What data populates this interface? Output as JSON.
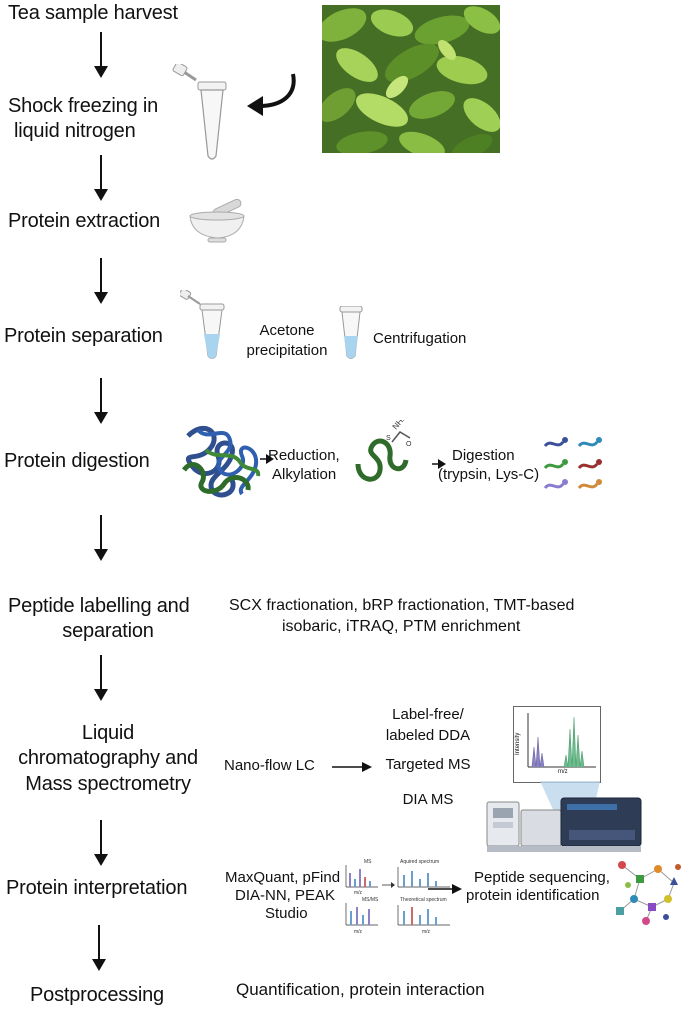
{
  "steps": {
    "harvest": "Tea sample harvest",
    "freeze_1": "Shock freezing in",
    "freeze_2": "liquid nitrogen",
    "extraction": "Protein extraction",
    "separation": "Protein separation",
    "digestion": "Protein digestion",
    "labelling_1": "Peptide labelling and",
    "labelling_2": "separation",
    "lcms_1": "Liquid",
    "lcms_2": "chromatography and",
    "lcms_3": "Mass spectrometry",
    "interpretation": "Protein interpretation",
    "postprocessing": "Postprocessing"
  },
  "details": {
    "acetone_1": "Acetone",
    "acetone_2": "precipitation",
    "centrifugation": "Centrifugation",
    "reduction_1": "Reduction,",
    "reduction_2": "Alkylation",
    "digestion_1": "Digestion",
    "digestion_2": "(trypsin, Lys-C)",
    "labelling_1": "SCX fractionation, bRP fractionation, TMT-based",
    "labelling_2": "isobaric, iTRAQ, PTM enrichment",
    "nanoflow": "Nano-flow LC",
    "dda_1": "Label-free/",
    "dda_2": "labeled DDA",
    "targeted": "Targeted MS",
    "dia": "DIA MS",
    "software_1": "MaxQuant, pFind",
    "software_2": "DIA-NN, PEAK",
    "software_3": "Studio",
    "sequencing_1": "Peptide sequencing,",
    "sequencing_2": "protein identification",
    "quantification": "Quantification, protein interaction"
  },
  "mini_charts": {
    "spectrum_y": "Intensity",
    "spectrum_x": "m/z",
    "ms_label": "MS",
    "msms_label": "MS/MS",
    "acquired": "Acquired spectrum",
    "theoretical": "Theoretical spectrum",
    "mz": "m/z"
  },
  "colors": {
    "leaf_dark": "#3f6b1f",
    "leaf_light": "#8fc04a",
    "tube_liquid": "#a9d4ef",
    "protein_blue": "#2f4f8f",
    "protein_green": "#2f6b2a",
    "spectrum_green": "#6dbd8e",
    "spectrum_purple": "#8a84c4"
  }
}
